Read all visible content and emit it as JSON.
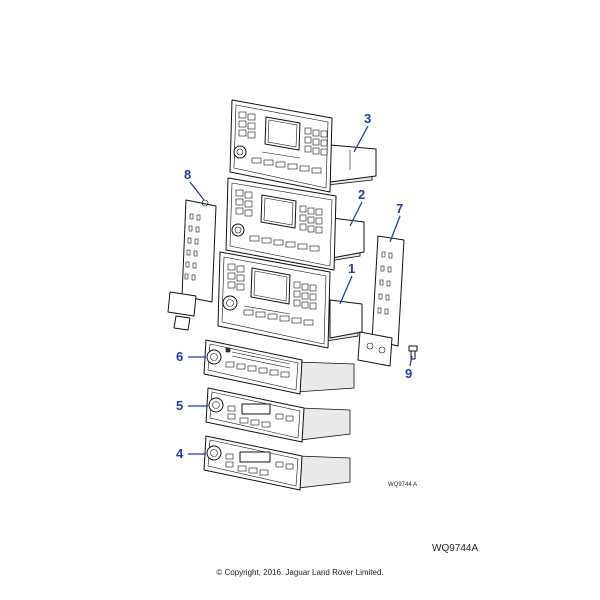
{
  "callouts": [
    {
      "id": "1",
      "label": "1",
      "part": "navigation head unit (large display)"
    },
    {
      "id": "2",
      "label": "2",
      "part": "navigation head unit (mid)"
    },
    {
      "id": "3",
      "label": "3",
      "part": "navigation head unit (top)"
    },
    {
      "id": "4",
      "label": "4",
      "part": "audio head unit (bottom)"
    },
    {
      "id": "5",
      "label": "5",
      "part": "audio head unit (middle)"
    },
    {
      "id": "6",
      "label": "6",
      "part": "audio head unit with CD slot"
    },
    {
      "id": "7",
      "label": "7",
      "part": "right mounting bracket"
    },
    {
      "id": "8",
      "label": "8",
      "part": "left mounting bracket"
    },
    {
      "id": "9",
      "label": "9",
      "part": "screw"
    }
  ],
  "inner_reference": "WQ9744 A",
  "reference_code": "WQ9744A",
  "copyright": "© Copyright, 2016. Jaguar Land Rover Limited.",
  "colors": {
    "callout": "#1f3fa8",
    "line": "#111111"
  }
}
